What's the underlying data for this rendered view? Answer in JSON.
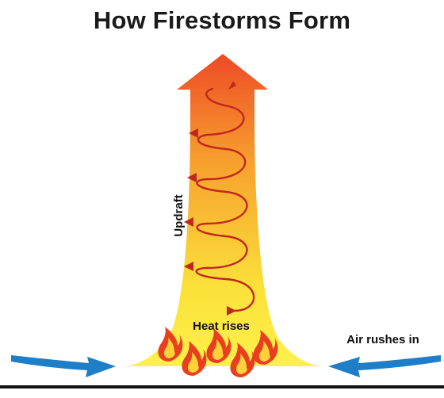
{
  "title": "How Firestorms Form",
  "labels": {
    "updraft": "Updraft",
    "heat_rises": "Heat rises",
    "air_rushes_in": "Air rushes in"
  },
  "colors": {
    "plume_top": "#ee4a26",
    "plume_mid": "#f7a12e",
    "plume_bottom": "#fff14a",
    "spiral": "#c0281e",
    "wind_arrow": "#1f7ec8",
    "flame_outer": "#e8401f",
    "flame_inner": "#ffd23a",
    "ground": "#111111"
  },
  "icons": [
    "updraft-arrow",
    "spiral-arrow",
    "wind-arrow",
    "flame-icon"
  ]
}
